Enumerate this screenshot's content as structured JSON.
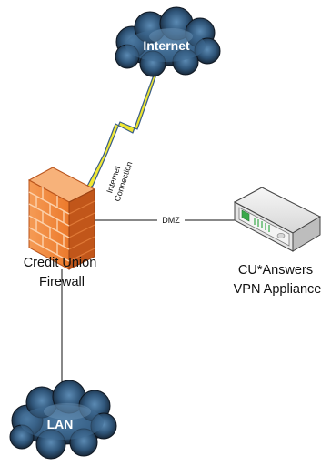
{
  "nodes": {
    "internet": {
      "label": "Internet"
    },
    "lan": {
      "label": "LAN"
    },
    "firewall": {
      "label_line1": "Credit Union",
      "label_line2": "Firewall"
    },
    "vpn": {
      "label_line1": "CU*Answers",
      "label_line2": "VPN Appliance"
    }
  },
  "edges": {
    "internet_connection": {
      "label_line1": "Internet",
      "label_line2": "Connection"
    },
    "dmz": {
      "label": "DMZ"
    }
  },
  "colors": {
    "cloud_dark": "#1b2b3c",
    "cloud_light": "#3f6b93",
    "firewall_face": "#f28a3c",
    "firewall_side": "#c1561a",
    "firewall_top": "#f7b27a",
    "brick_mortar": "#fcd2ac",
    "lightning": "#f5ef1d",
    "vpn_body": "#e9e9e9",
    "vpn_accent": "#3aa94a",
    "line": "#111111"
  }
}
